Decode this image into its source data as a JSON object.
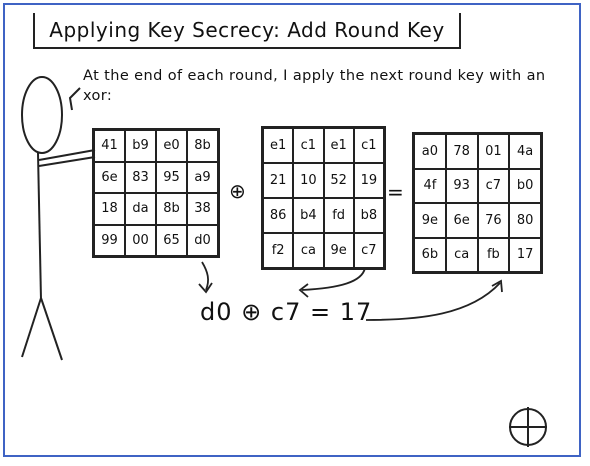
{
  "title": "Applying Key Secrecy: Add Round Key",
  "speech": "At the end of each round, I apply the next round key with an xor:",
  "state_grid": [
    [
      "41",
      "b9",
      "e0",
      "8b"
    ],
    [
      "6e",
      "83",
      "95",
      "a9"
    ],
    [
      "18",
      "da",
      "8b",
      "38"
    ],
    [
      "99",
      "00",
      "65",
      "d0"
    ]
  ],
  "key_grid": [
    [
      "e1",
      "c1",
      "e1",
      "c1"
    ],
    [
      "21",
      "10",
      "52",
      "19"
    ],
    [
      "86",
      "b4",
      "fd",
      "b8"
    ],
    [
      "f2",
      "ca",
      "9e",
      "c7"
    ]
  ],
  "result_grid": [
    [
      "a0",
      "78",
      "01",
      "4a"
    ],
    [
      "4f",
      "93",
      "c7",
      "b0"
    ],
    [
      "9e",
      "6e",
      "76",
      "80"
    ],
    [
      "6b",
      "ca",
      "fb",
      "17"
    ]
  ],
  "xor_symbol": "⊕",
  "equals_symbol": "=",
  "example_equation": "d0 ⊕ c7 = 17",
  "colors": {
    "frame": "#3f63c4",
    "ink": "#222222"
  }
}
